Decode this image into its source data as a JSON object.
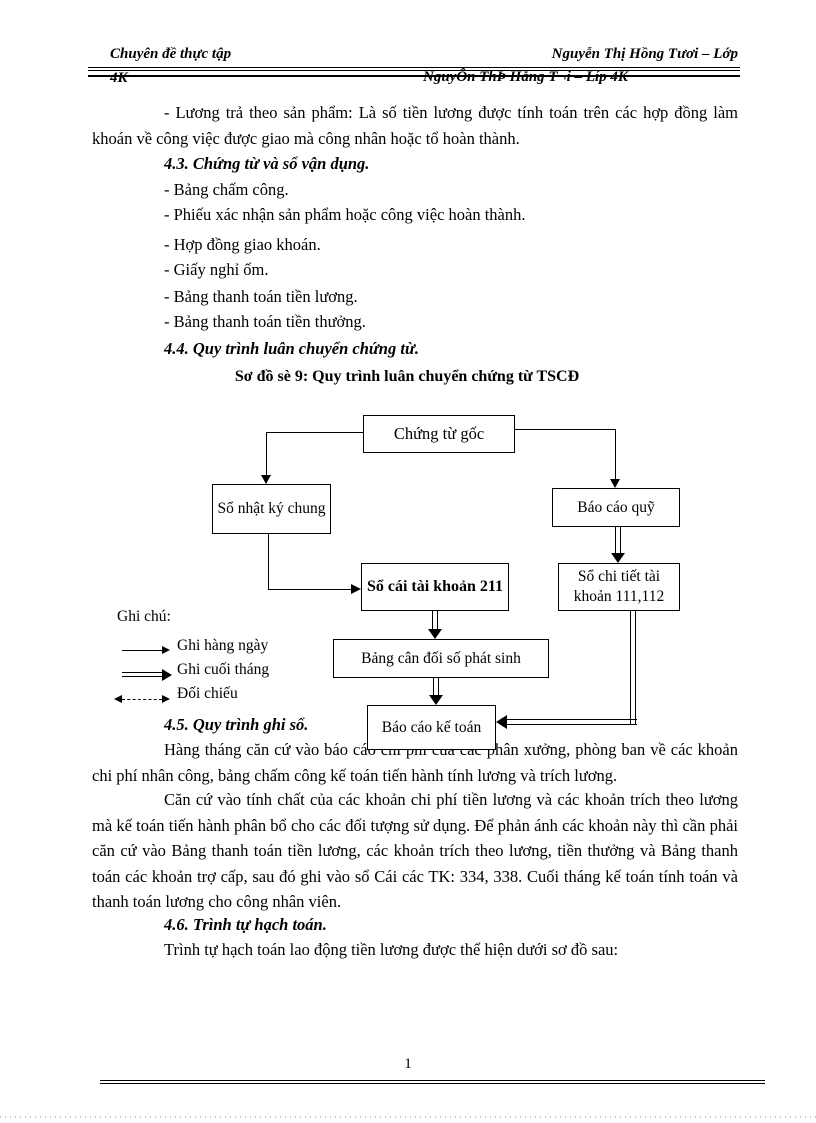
{
  "header": {
    "left_line1": "Chuyên đề thực tập",
    "right_line1": "Nguyễn Thị Hồng Tươi – Lớp",
    "left_line2": "4K",
    "right_line2": "NguyÔn ThÞ Hång T¬i  – Líp 4K"
  },
  "content": {
    "para1": "- Lương trả theo sản phẩm: Là số tiền lương được tính toán trên các hợp đồng làm khoán về công việc được giao mà công nhân hoặc tổ hoàn thành.",
    "heading_43": "4.3. Chứng từ và sổ vận dụng.",
    "list_items": [
      "- Bảng chấm công.",
      "- Phiếu xác nhận sản phẩm hoặc công việc hoàn thành.",
      "- Hợp đồng giao khoán.",
      "- Giấy nghỉ ốm.",
      "- Bảng thanh toán tiền lương.",
      "- Bảng thanh toán tiền thưởng."
    ],
    "heading_44": "4.4. Quy trình luân chuyển chứng từ.",
    "diagram_caption": "Sơ đồ sè 9: Quy trình luân chuyển chứng từ TSCĐ",
    "heading_45": "4.5. Quy trình ghi sổ.",
    "para2": "Hàng tháng căn cứ vào báo cáo chi phí của các phân xưởng, phòng ban về các khoản chi phí nhân công, bảng chấm công kế toán tiến hành tính lương và trích lương.",
    "para3": "Căn cứ vào tính chất của các khoản chi phí tiền lương và các khoản trích theo lương mà kế toán tiến hành phân bổ cho các đối tượng sử dụng. Để phản ánh các khoản này thì cần phải căn cứ vào Bảng thanh toán tiền lương, các khoản trích theo lương, tiền thưởng và Bảng thanh toán các khoản trợ cấp, sau đó ghi vào sổ Cái các TK: 334, 338. Cuối tháng kế toán tính toán và thanh toán lương cho công nhân viên.",
    "heading_46": "4.6. Trình tự hạch toán.",
    "para4": "Trình tự hạch toán lao động tiền lương được thể hiện dưới sơ đồ sau:"
  },
  "flowchart": {
    "boxes": {
      "chung_tu_goc": "Chứng từ gốc",
      "so_nhat_ky_chung": "Sổ nhật ký chung",
      "bao_cao_quy": "Báo cáo quỹ",
      "so_cai_tai_khoan": "Sổ cái tài khoản 211",
      "so_chi_tiet": "Sổ chi tiết tài khoản 111,112",
      "bang_can_doi": "Bảng cân đối số phát sinh",
      "bao_cao_ke_toan": "Báo cáo kế toán"
    },
    "legend": {
      "title": "Ghi chú:",
      "items": [
        {
          "label": "Ghi hàng ngày",
          "style": "single-arrow"
        },
        {
          "label": "Ghi cuối tháng",
          "style": "double-arrow"
        },
        {
          "label": "Đối chiếu",
          "style": "dashed-double-head-arrow"
        }
      ]
    }
  },
  "footer": {
    "page_number": "1"
  }
}
